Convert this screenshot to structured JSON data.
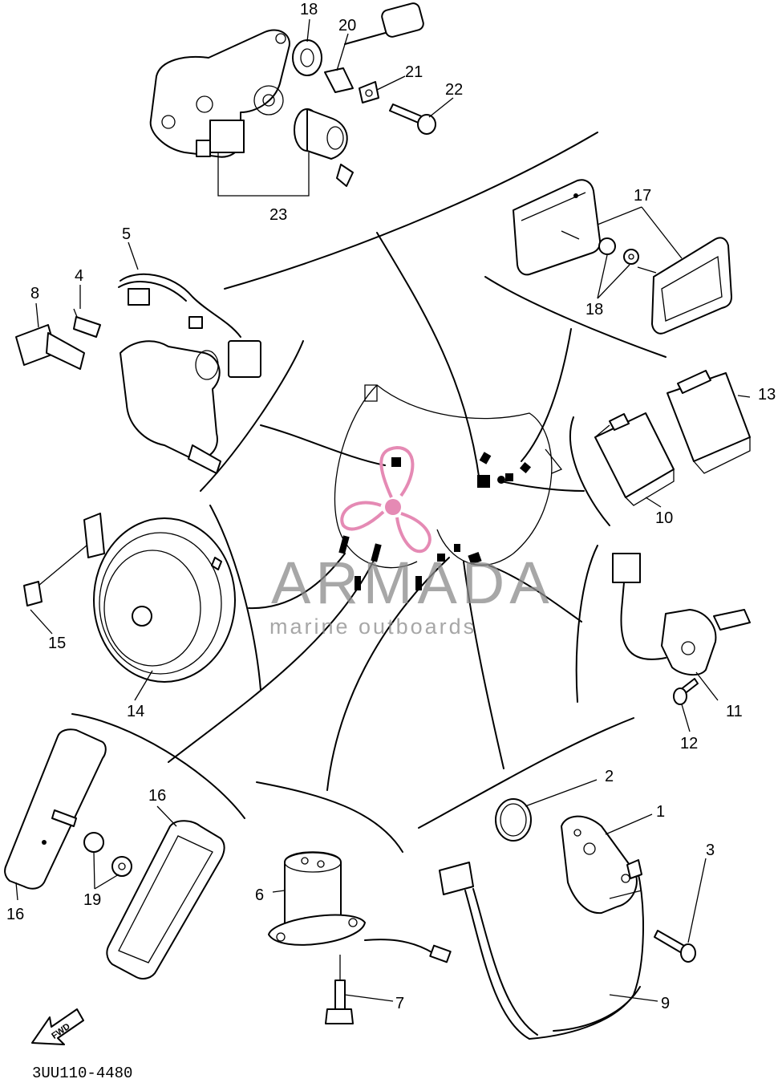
{
  "diagram": {
    "part_labels": [
      "1",
      "2",
      "3",
      "4",
      "5",
      "6",
      "7",
      "8",
      "9",
      "10",
      "11",
      "12",
      "13",
      "14",
      "15",
      "16",
      "16",
      "17",
      "18",
      "18",
      "19",
      "20",
      "21",
      "22",
      "23"
    ],
    "drawing_code": "3UU110-4480",
    "fwd_label": "FWD"
  },
  "watermark": {
    "brand": "ARMADA",
    "tagline": "marine outboards",
    "brand_color": "#8a8a8a",
    "logo_color": "#e58ab4"
  }
}
